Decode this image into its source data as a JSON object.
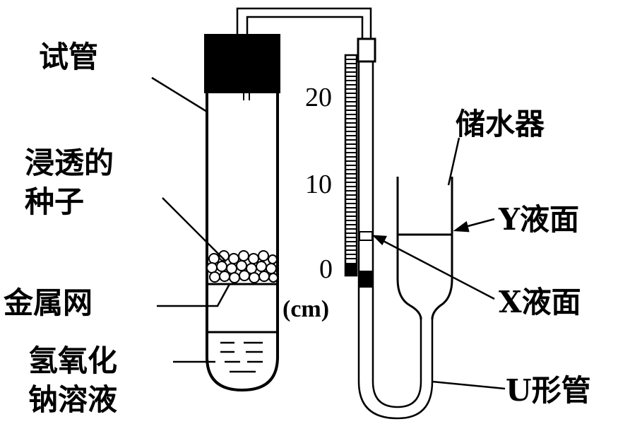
{
  "labels": {
    "test_tube": "试管",
    "soaked_seeds_line1": "浸透的",
    "soaked_seeds_line2": "种子",
    "metal_mesh": "金属网",
    "naoh_line1": "氢氧化",
    "naoh_line2": "钠溶液",
    "reservoir": "储水器",
    "y_level": "Y液面",
    "x_level": "X液面",
    "u_tube": "U形管"
  },
  "scale": {
    "ticks": [
      "20",
      "10",
      "0"
    ],
    "unit": "(cm)"
  }
}
